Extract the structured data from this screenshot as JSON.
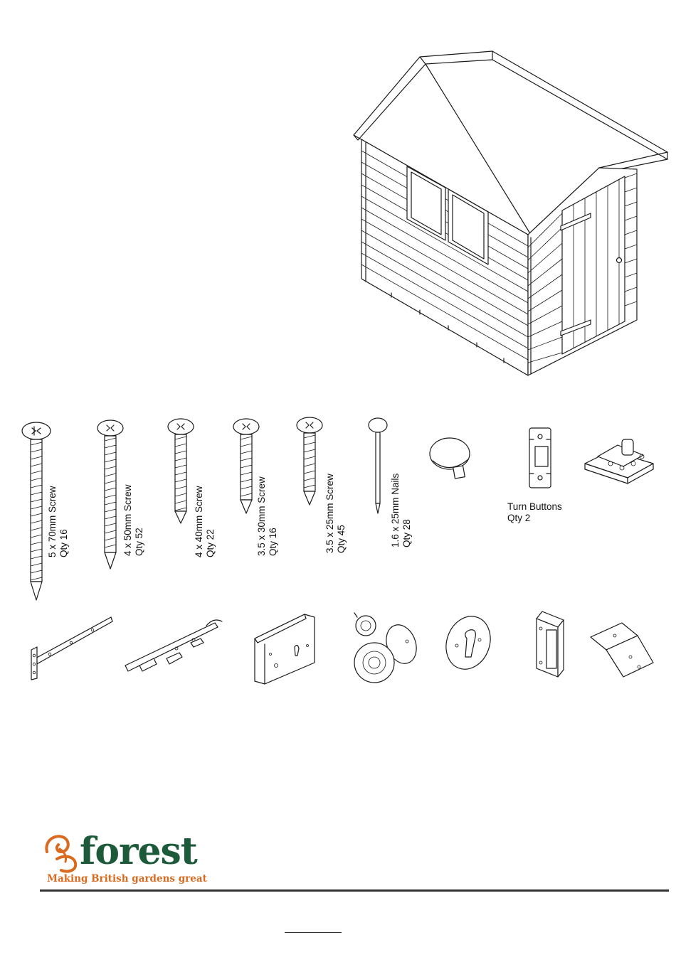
{
  "parts_row1": [
    {
      "size": "5 x 70mm Screw",
      "qty": "Qty 16"
    },
    {
      "size": "4  x 50mm Screw",
      "qty": "Qty 52"
    },
    {
      "size": "4 x 40mm Screw",
      "qty": "Qty 22"
    },
    {
      "size": "3.5 x 30mm Screw",
      "qty": "Qty 16"
    },
    {
      "size": "3.5 x 25mm Screw",
      "qty": "Qty 45"
    },
    {
      "size": "1.6 x 25mm Nails",
      "qty": "Qty 28"
    }
  ],
  "turn_buttons": {
    "label": "Turn Buttons",
    "qty": "Qty 2"
  },
  "icons": {
    "shed": "apex-shed-illustration",
    "stud": "round-stud-icon",
    "turn_button": "turn-button-icon",
    "hinge_small": "butt-hinge-icon",
    "tee_hinge": "tee-hinge-icon",
    "stay": "casement-stay-icon",
    "rim_lock": "rim-lock-icon",
    "knobs": "door-knob-icon",
    "escutcheon": "escutcheon-icon",
    "keep": "lock-keep-icon",
    "bracket": "angle-bracket-icon"
  },
  "brand": {
    "name": "forest",
    "tagline": "Making British gardens great",
    "primary_color": "#1d5a3a",
    "accent_color": "#d96a1f"
  }
}
